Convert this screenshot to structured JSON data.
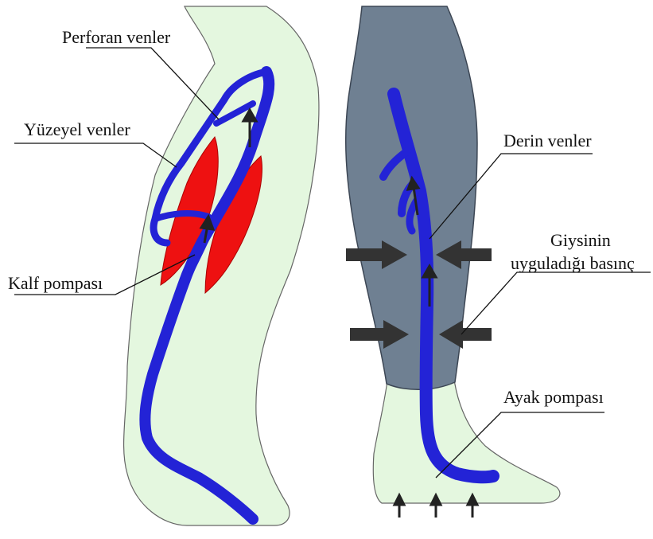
{
  "labels": {
    "perforating_veins": "Perforan venler",
    "superficial_veins": "Yüzeyel venler",
    "calf_pump": "Kalf pompası",
    "deep_veins": "Derin venler",
    "garment_pressure_line1": "Giysinin",
    "garment_pressure_line2": "uyguladığı basınç",
    "foot_pump": "Ayak pompası"
  },
  "colors": {
    "skin": "#e4f7df",
    "vein": "#2323d6",
    "muscle": "#ee1111",
    "garment": "#6f8092",
    "pressure_arrow": "#333333",
    "outline": "#444444"
  }
}
